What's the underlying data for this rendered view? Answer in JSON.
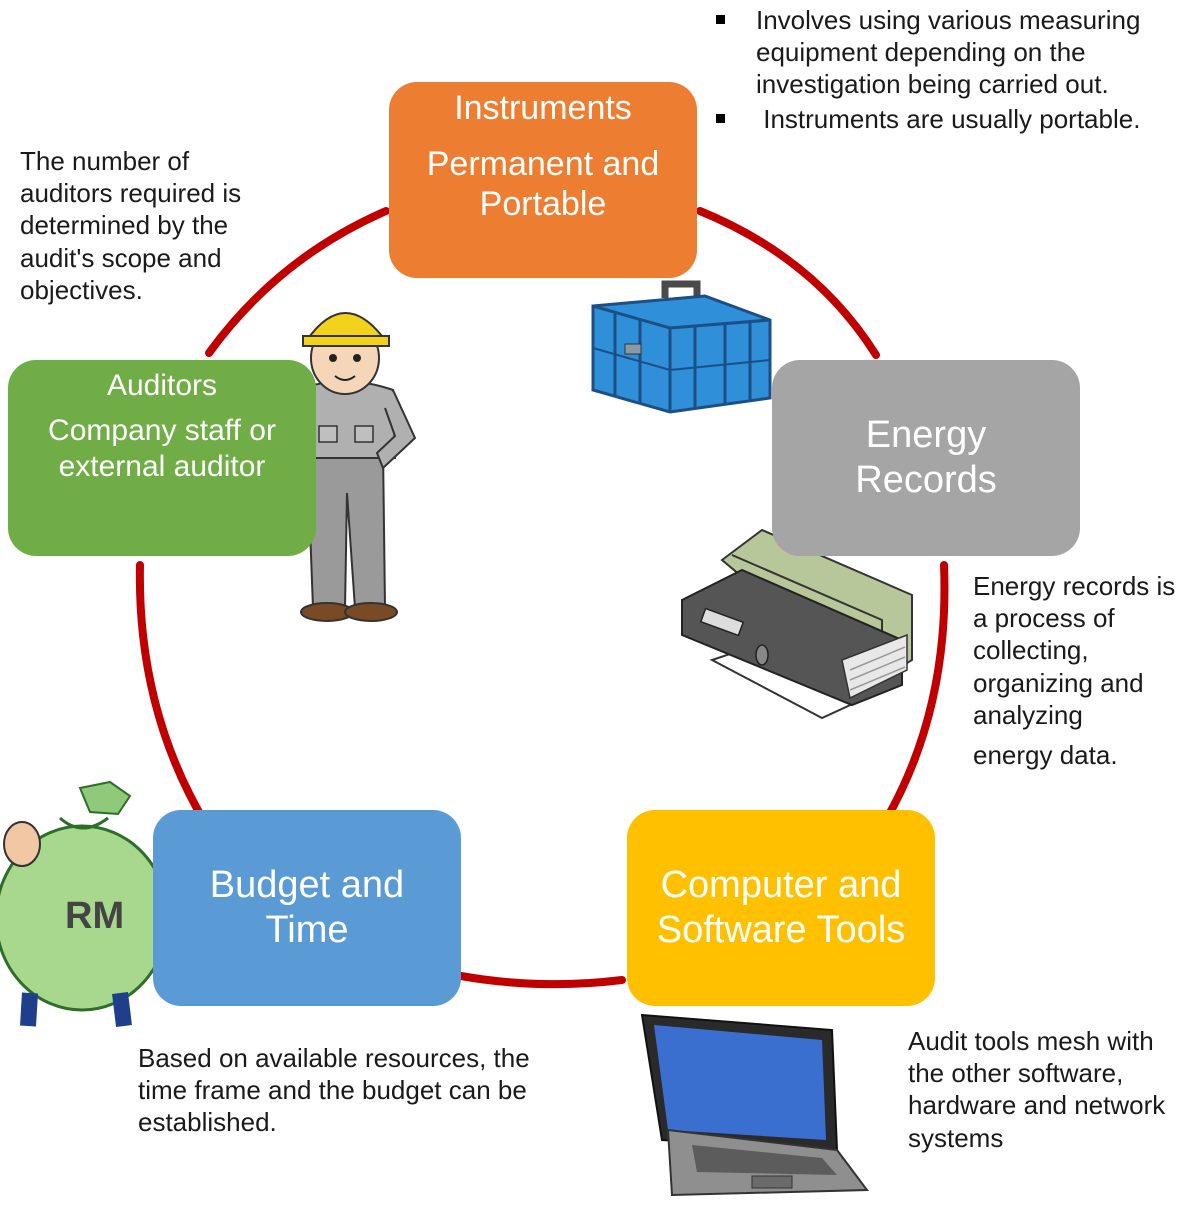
{
  "colors": {
    "ring": "#c00000",
    "instruments": "#ed7d31",
    "auditors": "#70ad47",
    "energy_records": "#a5a5a5",
    "budget": "#5b9bd5",
    "computer": "#ffc000"
  },
  "nodes": {
    "instruments": {
      "title": "Instruments",
      "subtitle": "Permanent and Portable"
    },
    "auditors": {
      "title": "Auditors",
      "subtitle": "Company staff or external auditor"
    },
    "energy_records": {
      "title": "Energy Records"
    },
    "budget": {
      "title": "Budget and Time"
    },
    "computer": {
      "title": "Computer and Software Tools"
    }
  },
  "notes": {
    "instruments_bullets": [
      "Involves using various measuring equipment depending on the investigation being carried out.",
      " Instruments are usually portable."
    ],
    "auditors": "The number of auditors required is determined by the audit's scope and objectives.",
    "energy_records": "Energy records is a process of collecting, organizing and analyzing",
    "energy_records_last": "energy data.",
    "budget": "Based on available resources, the time frame and the budget can be established.",
    "computer": "Audit tools mesh with the other software, hardware and network systems"
  },
  "icons": {
    "money_bag_label": "RM",
    "worker": "construction-worker-icon",
    "toolbox": "toolbox-icon",
    "binders": "binders-icon",
    "laptop": "laptop-icon",
    "money_bag": "money-bag-icon"
  }
}
